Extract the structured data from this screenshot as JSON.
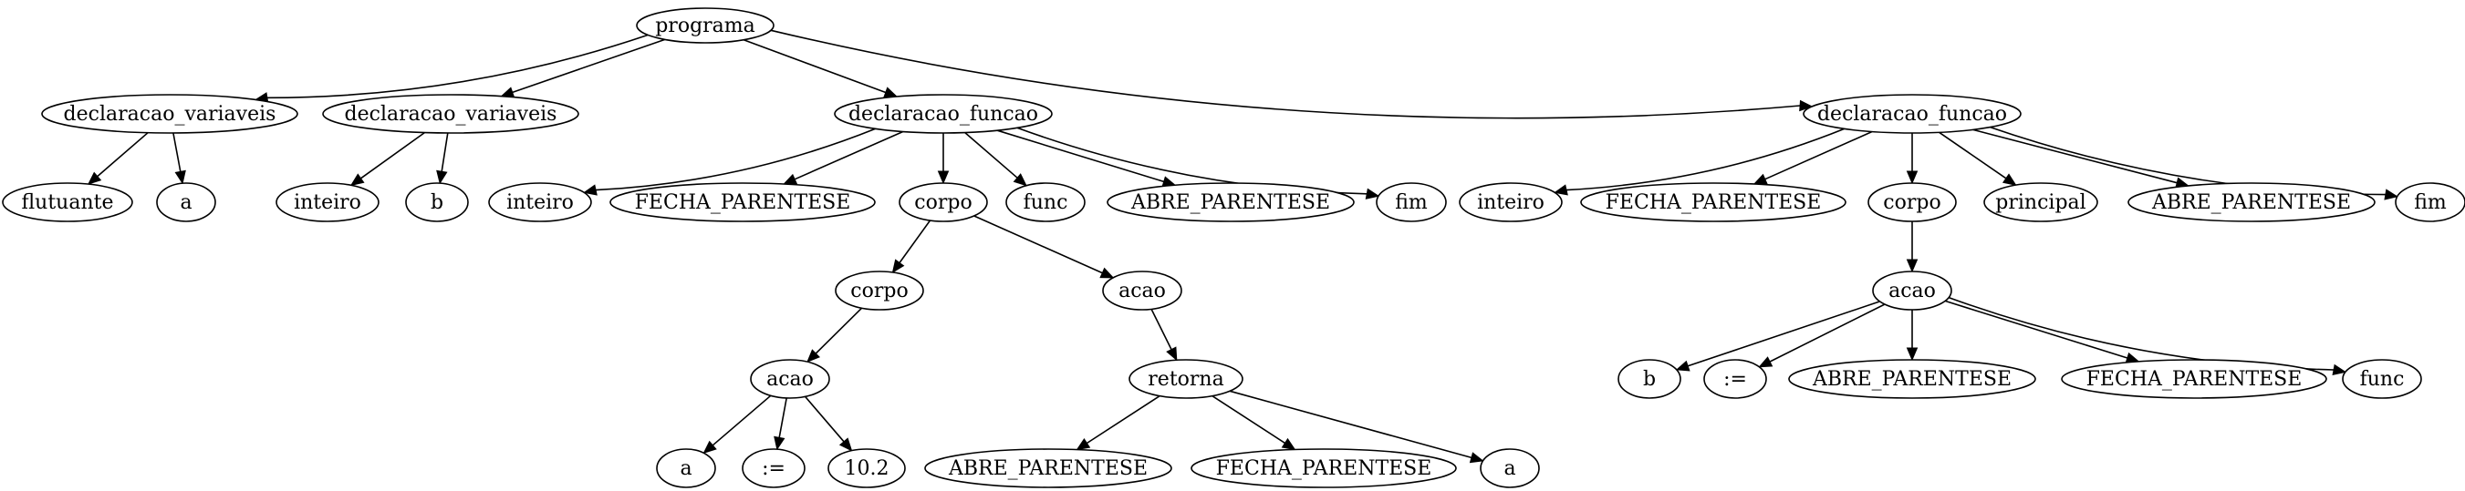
{
  "tree": {
    "nodes": [
      {
        "id": "n0",
        "label": "programa"
      },
      {
        "id": "n1",
        "label": "declaracao_variaveis"
      },
      {
        "id": "n2",
        "label": "flutuante"
      },
      {
        "id": "n3",
        "label": "a"
      },
      {
        "id": "n4",
        "label": "declaracao_variaveis"
      },
      {
        "id": "n5",
        "label": "inteiro"
      },
      {
        "id": "n6",
        "label": "b"
      },
      {
        "id": "n7",
        "label": "declaracao_funcao"
      },
      {
        "id": "n8",
        "label": "inteiro"
      },
      {
        "id": "n9",
        "label": "FECHA_PARENTESE"
      },
      {
        "id": "n10",
        "label": "corpo"
      },
      {
        "id": "n11",
        "label": "func"
      },
      {
        "id": "n12",
        "label": "ABRE_PARENTESE"
      },
      {
        "id": "n13",
        "label": "fim"
      },
      {
        "id": "n14",
        "label": "corpo"
      },
      {
        "id": "n15",
        "label": "acao"
      },
      {
        "id": "n16",
        "label": "acao"
      },
      {
        "id": "n17",
        "label": "a"
      },
      {
        "id": "n18",
        "label": ":="
      },
      {
        "id": "n19",
        "label": "10.2"
      },
      {
        "id": "n20",
        "label": "retorna"
      },
      {
        "id": "n21",
        "label": "ABRE_PARENTESE"
      },
      {
        "id": "n22",
        "label": "FECHA_PARENTESE"
      },
      {
        "id": "n23",
        "label": "a"
      },
      {
        "id": "n24",
        "label": "declaracao_funcao"
      },
      {
        "id": "n25",
        "label": "inteiro"
      },
      {
        "id": "n26",
        "label": "FECHA_PARENTESE"
      },
      {
        "id": "n27",
        "label": "corpo"
      },
      {
        "id": "n28",
        "label": "principal"
      },
      {
        "id": "n29",
        "label": "ABRE_PARENTESE"
      },
      {
        "id": "n30",
        "label": "fim"
      },
      {
        "id": "n31",
        "label": "acao"
      },
      {
        "id": "n32",
        "label": "b"
      },
      {
        "id": "n33",
        "label": ":="
      },
      {
        "id": "n34",
        "label": "ABRE_PARENTESE"
      },
      {
        "id": "n35",
        "label": "FECHA_PARENTESE"
      },
      {
        "id": "n36",
        "label": "func"
      }
    ],
    "edges": [
      [
        "n0",
        "n1"
      ],
      [
        "n0",
        "n4"
      ],
      [
        "n0",
        "n7"
      ],
      [
        "n0",
        "n24"
      ],
      [
        "n1",
        "n2"
      ],
      [
        "n1",
        "n3"
      ],
      [
        "n4",
        "n5"
      ],
      [
        "n4",
        "n6"
      ],
      [
        "n7",
        "n8"
      ],
      [
        "n7",
        "n9"
      ],
      [
        "n7",
        "n10"
      ],
      [
        "n7",
        "n11"
      ],
      [
        "n7",
        "n12"
      ],
      [
        "n7",
        "n13"
      ],
      [
        "n10",
        "n14"
      ],
      [
        "n10",
        "n15"
      ],
      [
        "n14",
        "n16"
      ],
      [
        "n16",
        "n17"
      ],
      [
        "n16",
        "n18"
      ],
      [
        "n16",
        "n19"
      ],
      [
        "n15",
        "n20"
      ],
      [
        "n20",
        "n21"
      ],
      [
        "n20",
        "n22"
      ],
      [
        "n20",
        "n23"
      ],
      [
        "n24",
        "n25"
      ],
      [
        "n24",
        "n26"
      ],
      [
        "n24",
        "n27"
      ],
      [
        "n24",
        "n28"
      ],
      [
        "n24",
        "n29"
      ],
      [
        "n24",
        "n30"
      ],
      [
        "n27",
        "n31"
      ],
      [
        "n31",
        "n32"
      ],
      [
        "n31",
        "n33"
      ],
      [
        "n31",
        "n34"
      ],
      [
        "n31",
        "n35"
      ],
      [
        "n31",
        "n36"
      ]
    ]
  }
}
